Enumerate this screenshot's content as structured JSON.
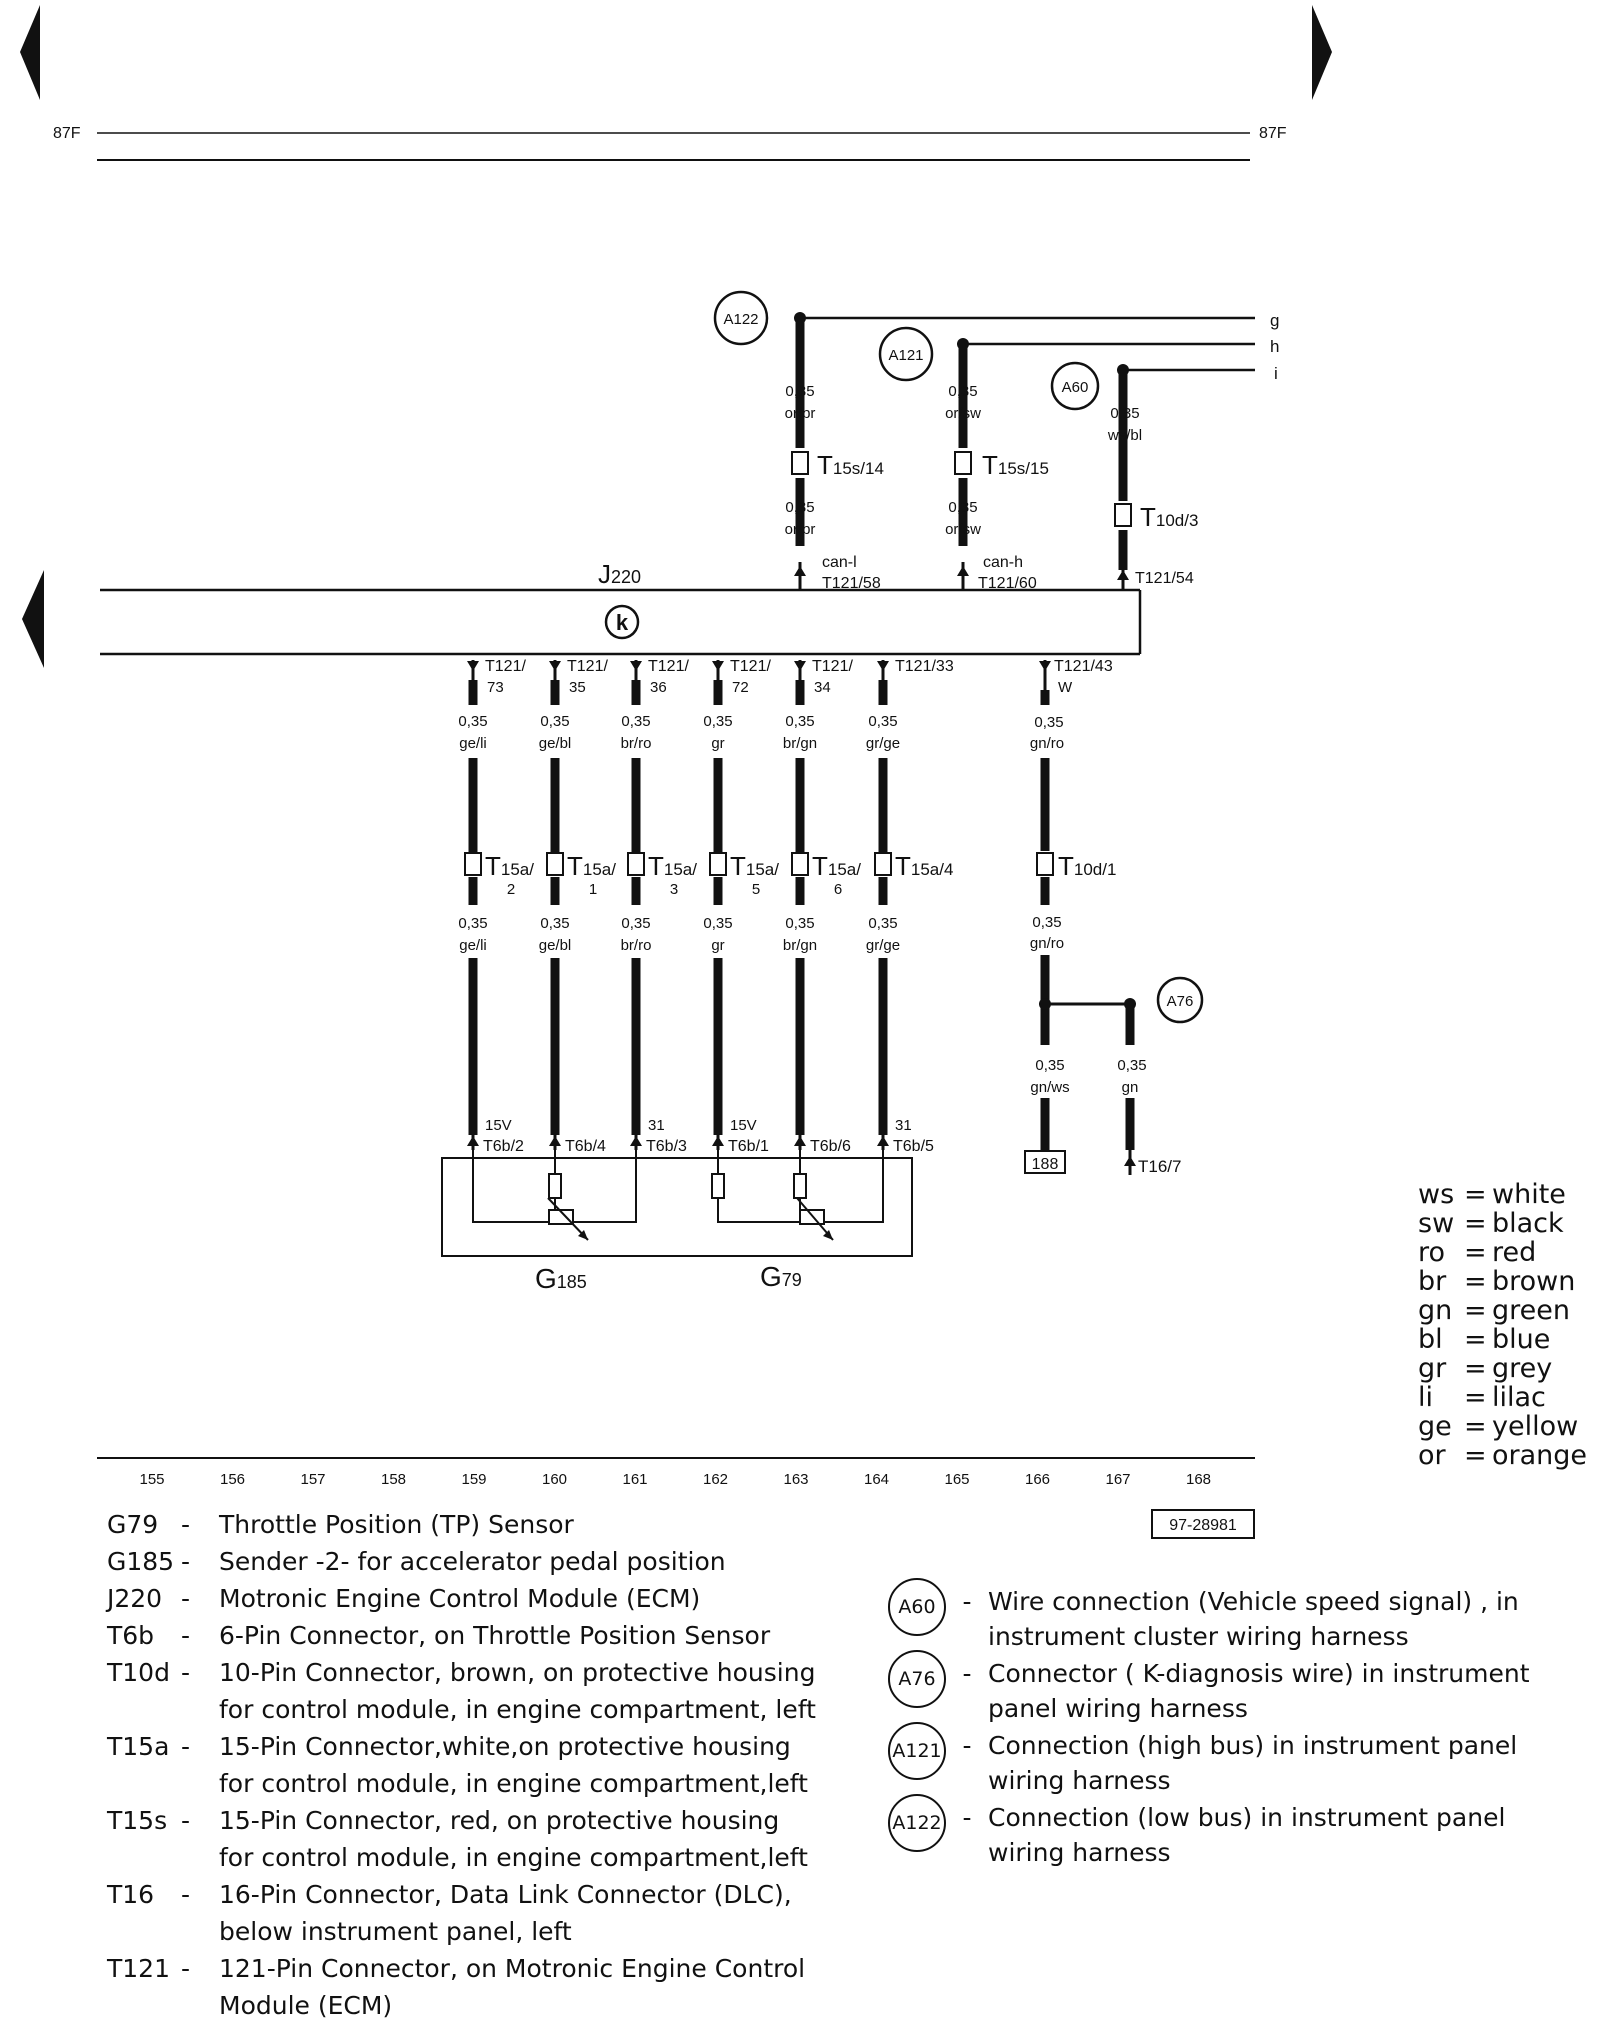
{
  "page": {
    "ref_left": "87F",
    "ref_right": "87F",
    "figure_id": "97-28981"
  },
  "grid_numbers": [
    "155",
    "156",
    "157",
    "158",
    "159",
    "160",
    "161",
    "162",
    "163",
    "164",
    "165",
    "166",
    "167",
    "168"
  ],
  "ecm": {
    "label_main": "J",
    "label_sub": "220",
    "symbol": "k"
  },
  "top_links": [
    {
      "bubble": "A122",
      "letter": "g",
      "size_upper": "0,35",
      "color_upper": "or/br",
      "conn_main": "T",
      "conn_sub": "15s/14",
      "size_lower": "0,35",
      "color_lower": "or/br",
      "pin_signal": "can-l",
      "pin": "T121/58"
    },
    {
      "bubble": "A121",
      "letter": "h",
      "size_upper": "0,35",
      "color_upper": "or/sw",
      "conn_main": "T",
      "conn_sub": "15s/15",
      "size_lower": "0,35",
      "color_lower": "or/sw",
      "pin_signal": "can-h",
      "pin": "T121/60"
    },
    {
      "bubble": "A60",
      "letter": "i",
      "size_upper": "0,35",
      "color_upper": "ws/bl",
      "conn_main": "T",
      "conn_sub": "10d/3",
      "pin": "T121/54"
    }
  ],
  "bottom_wires": [
    {
      "pin_a": "T121/",
      "pin_b": "73",
      "size1": "0,35",
      "color1": "ge/li",
      "conn_main": "T",
      "conn_sub": "15a/",
      "conn_pin": "2",
      "size2": "0,35",
      "color2": "ge/li",
      "term_top": "15V",
      "term": "T6b/2"
    },
    {
      "pin_a": "T121/",
      "pin_b": "35",
      "size1": "0,35",
      "color1": "ge/bl",
      "conn_main": "T",
      "conn_sub": "15a/",
      "conn_pin": "1",
      "size2": "0,35",
      "color2": "ge/bl",
      "term_top": "",
      "term": "T6b/4"
    },
    {
      "pin_a": "T121/",
      "pin_b": "36",
      "size1": "0,35",
      "color1": "br/ro",
      "conn_main": "T",
      "conn_sub": "15a/",
      "conn_pin": "3",
      "size2": "0,35",
      "color2": "br/ro",
      "term_top": "31",
      "term": "T6b/3"
    },
    {
      "pin_a": "T121/",
      "pin_b": "72",
      "size1": "0,35",
      "color1": "gr",
      "conn_main": "T",
      "conn_sub": "15a/",
      "conn_pin": "5",
      "size2": "0,35",
      "color2": "gr",
      "term_top": "15V",
      "term": "T6b/1"
    },
    {
      "pin_a": "T121/",
      "pin_b": "34",
      "size1": "0,35",
      "color1": "br/gn",
      "conn_main": "T",
      "conn_sub": "15a/",
      "conn_pin": "6",
      "size2": "0,35",
      "color2": "br/gn",
      "term_top": "",
      "term": "T6b/6"
    },
    {
      "pin_a": "T121/33",
      "pin_b": "",
      "size1": "0,35",
      "color1": "gr/ge",
      "conn_main": "T",
      "conn_sub": "15a/4",
      "conn_pin": "",
      "size2": "0,35",
      "color2": "gr/ge",
      "term_top": "31",
      "term": "T6b/5"
    }
  ],
  "kline": {
    "pin_a": "T121/43",
    "pin_b": "W",
    "size1": "0,35",
    "color1": "gn/ro",
    "conn_main": "T",
    "conn_sub": "10d/1",
    "size2": "0,35",
    "color2": "gn/ro",
    "bubble": "A76",
    "branch1_size": "0,35",
    "branch1_color": "gn/ws",
    "branch1_ref": "188",
    "branch2_size": "0,35",
    "branch2_color": "gn",
    "branch2_term": "T16/7"
  },
  "sensors": [
    {
      "main": "G",
      "sub": "185"
    },
    {
      "main": "G",
      "sub": "79"
    }
  ],
  "color_codes": [
    {
      "abbr": "ws",
      "name": "white"
    },
    {
      "abbr": "sw",
      "name": "black"
    },
    {
      "abbr": "ro",
      "name": "red"
    },
    {
      "abbr": "br",
      "name": "brown"
    },
    {
      "abbr": "gn",
      "name": "green"
    },
    {
      "abbr": "bl",
      "name": "blue"
    },
    {
      "abbr": "gr",
      "name": "grey"
    },
    {
      "abbr": "li",
      "name": "lilac"
    },
    {
      "abbr": "ge",
      "name": "yellow"
    },
    {
      "abbr": "or",
      "name": "orange"
    }
  ],
  "legend_components": [
    {
      "code": "G79",
      "desc": "Throttle Position (TP) Sensor"
    },
    {
      "code": "G185",
      "desc": "Sender -2- for accelerator pedal position"
    },
    {
      "code": "J220",
      "desc": "Motronic Engine Control Module (ECM)"
    },
    {
      "code": "T6b",
      "desc": "6-Pin Connector, on Throttle Position Sensor"
    },
    {
      "code": "T10d",
      "desc": "10-Pin Connector, brown, on protective housing",
      "desc2": "for control module, in engine compartment, left"
    },
    {
      "code": "T15a",
      "desc": "15-Pin Connector,white,on protective housing",
      "desc2": "for control module, in engine compartment,left"
    },
    {
      "code": "T15s",
      "desc": "15-Pin Connector, red, on protective housing",
      "desc2": "for control module, in engine compartment,left"
    },
    {
      "code": "T16",
      "desc": "16-Pin Connector, Data Link Connector (DLC),",
      "desc2": "below instrument panel, left"
    },
    {
      "code": "T121",
      "desc": "121-Pin Connector, on Motronic Engine Control",
      "desc2": "Module (ECM)"
    }
  ],
  "legend_connections": [
    {
      "code": "A60",
      "desc": "Wire connection (Vehicle speed signal) , in",
      "desc2": "instrument cluster wiring harness"
    },
    {
      "code": "A76",
      "desc": "Connector ( K-diagnosis wire) in instrument",
      "desc2": "panel wiring harness"
    },
    {
      "code": "A121",
      "desc": "Connection (high bus) in instrument panel",
      "desc2": "wiring harness"
    },
    {
      "code": "A122",
      "desc": "Connection (low bus) in instrument panel",
      "desc2": "wiring harness"
    }
  ]
}
